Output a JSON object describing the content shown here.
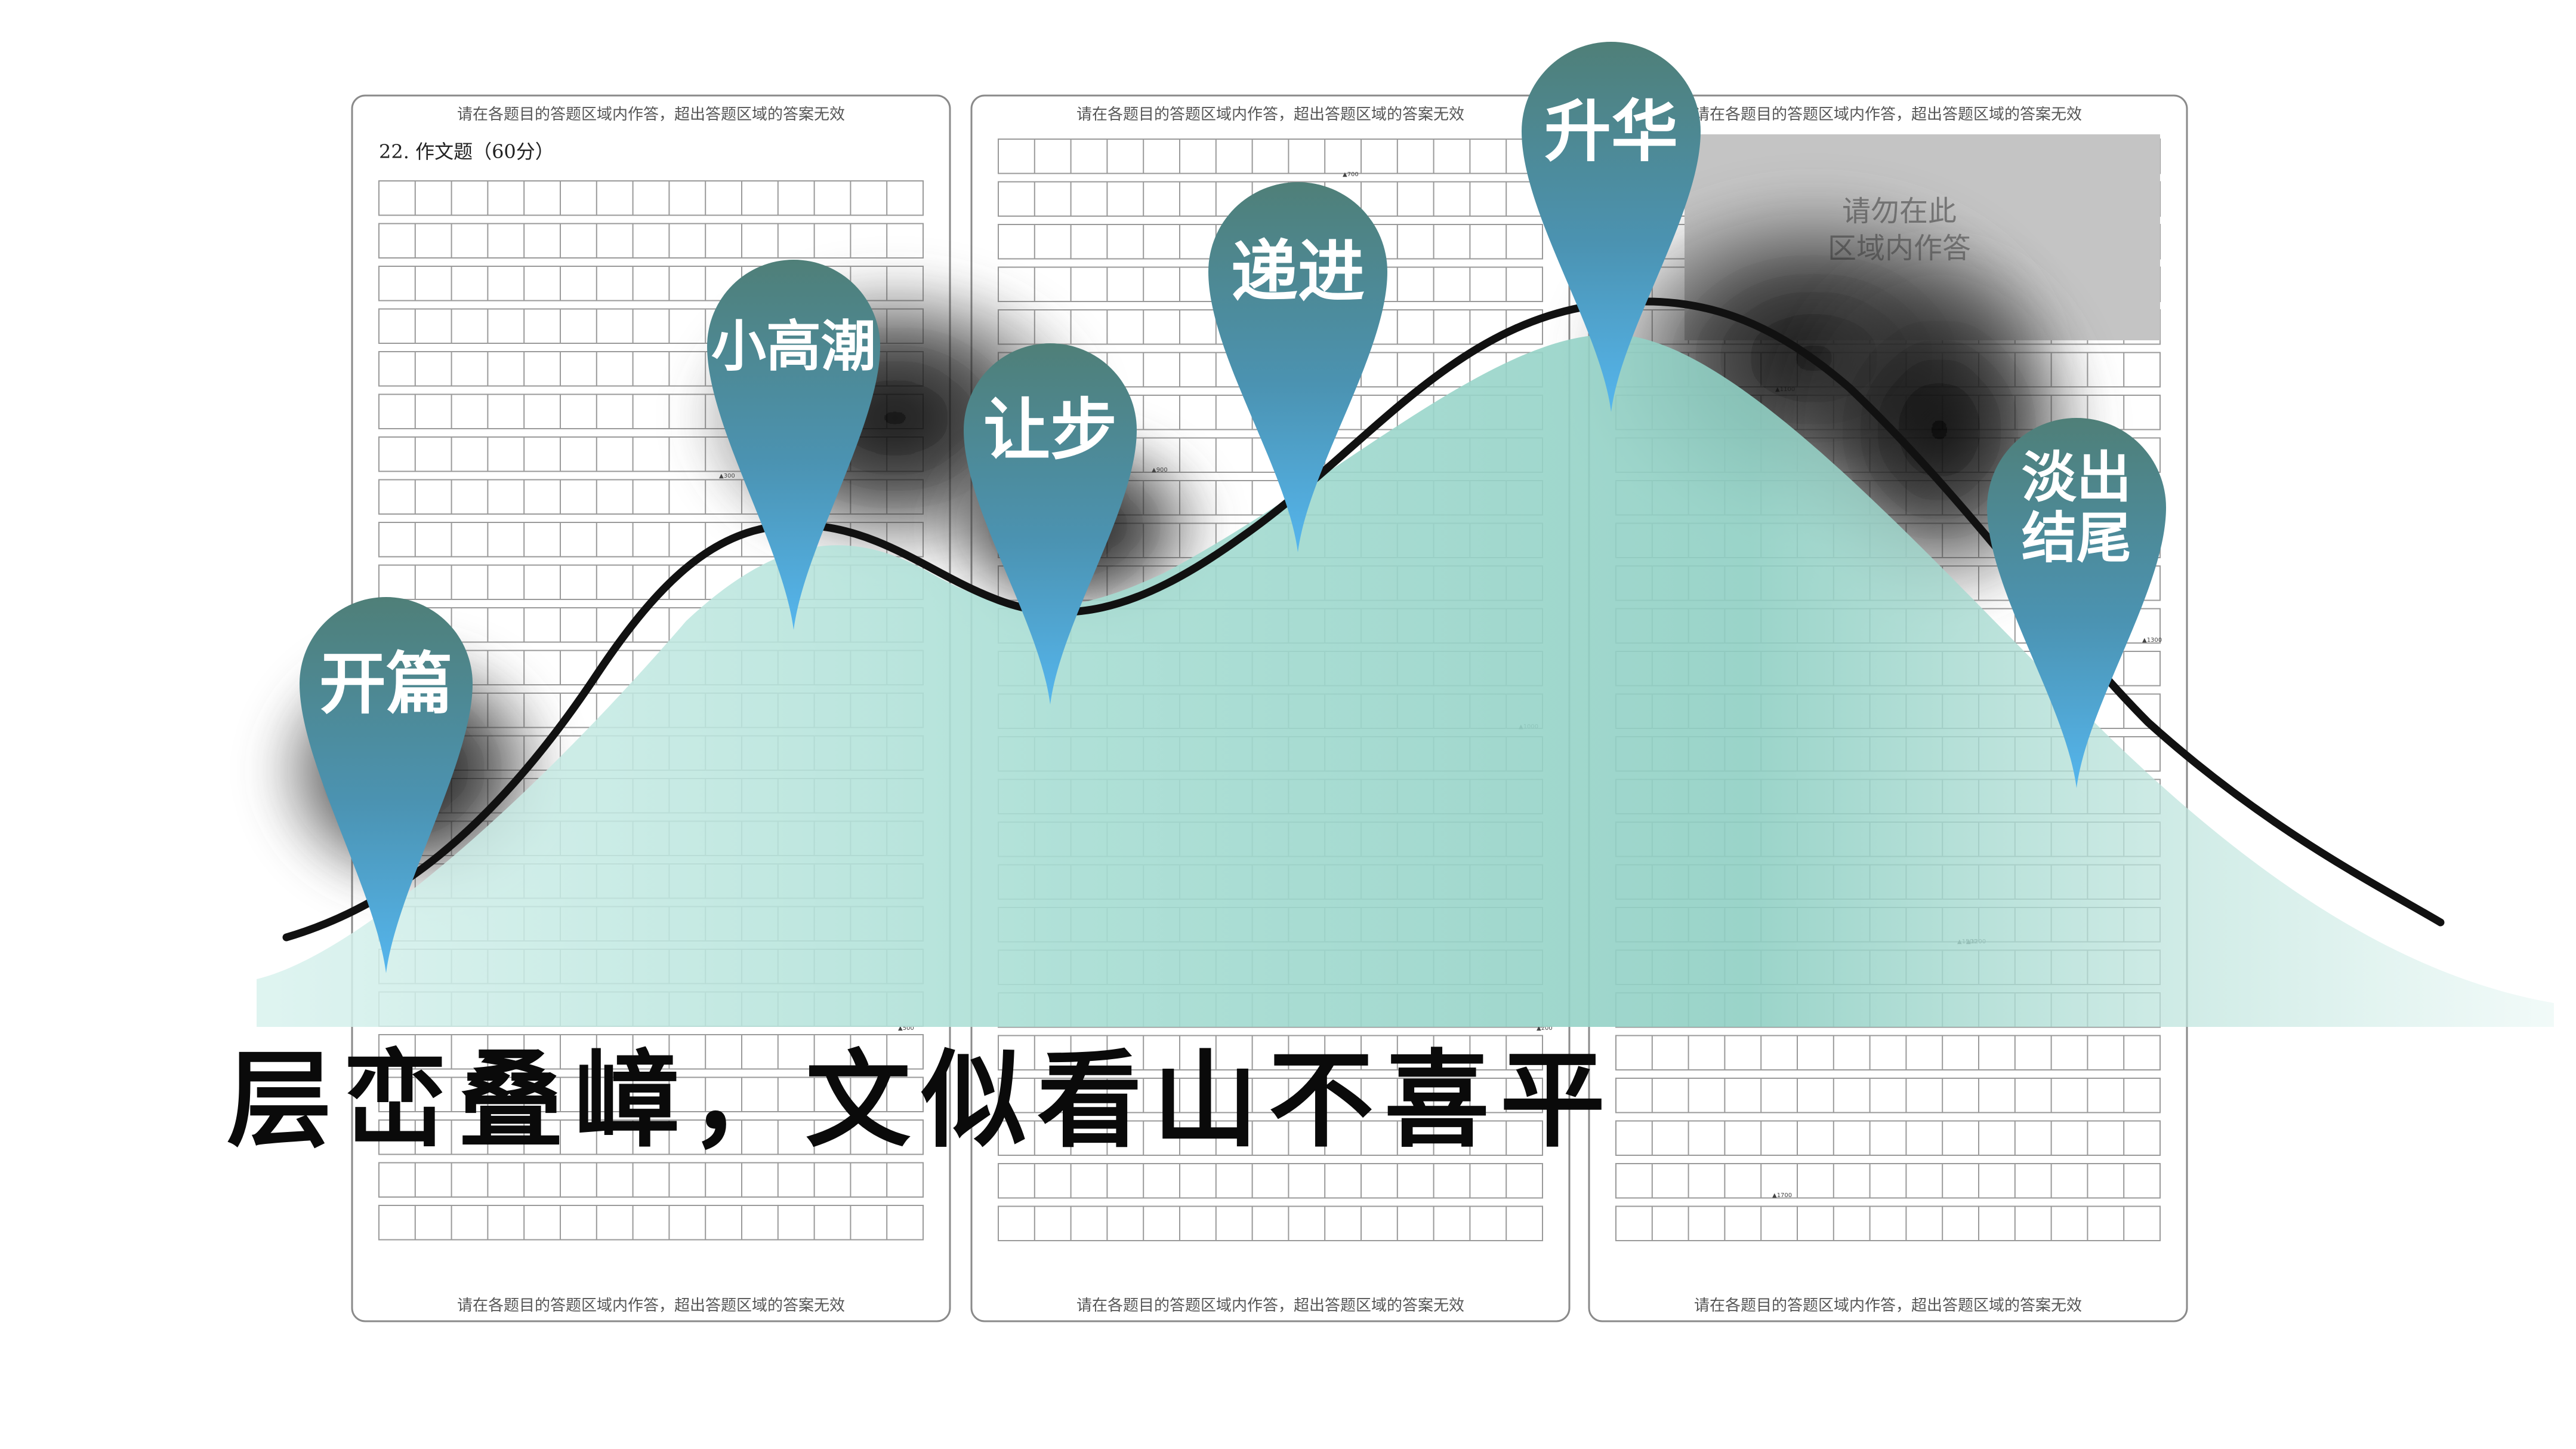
{
  "main_title": "层峦叠嶂，文似看山不喜平",
  "sheet_notice": "请在各题目的答题区域内作答，超出答题区域的答案无效",
  "question_label": "22. 作文题（60分）",
  "no_write_zone": [
    "请勿在此",
    "区域内作答"
  ],
  "word_count_marks": [
    "300",
    "500",
    "700",
    "900",
    "1000",
    "1100",
    "1300",
    "1500",
    "1700",
    "200",
    "1200"
  ],
  "markers": [
    {
      "label": [
        "开篇"
      ]
    },
    {
      "label": [
        "小高潮"
      ]
    },
    {
      "label": [
        "让步"
      ]
    },
    {
      "label": [
        "递进"
      ]
    },
    {
      "label": [
        "升华"
      ]
    },
    {
      "label": [
        "淡出",
        "结尾"
      ]
    }
  ],
  "colors": {
    "curve": "#111111",
    "area_fill": "#9ad9cf",
    "pin_top": "#4f7f78",
    "pin_bottom": "#55b6ee",
    "grid_line": "#9a9a9a",
    "no_write_bg": "#c4c4c4"
  }
}
